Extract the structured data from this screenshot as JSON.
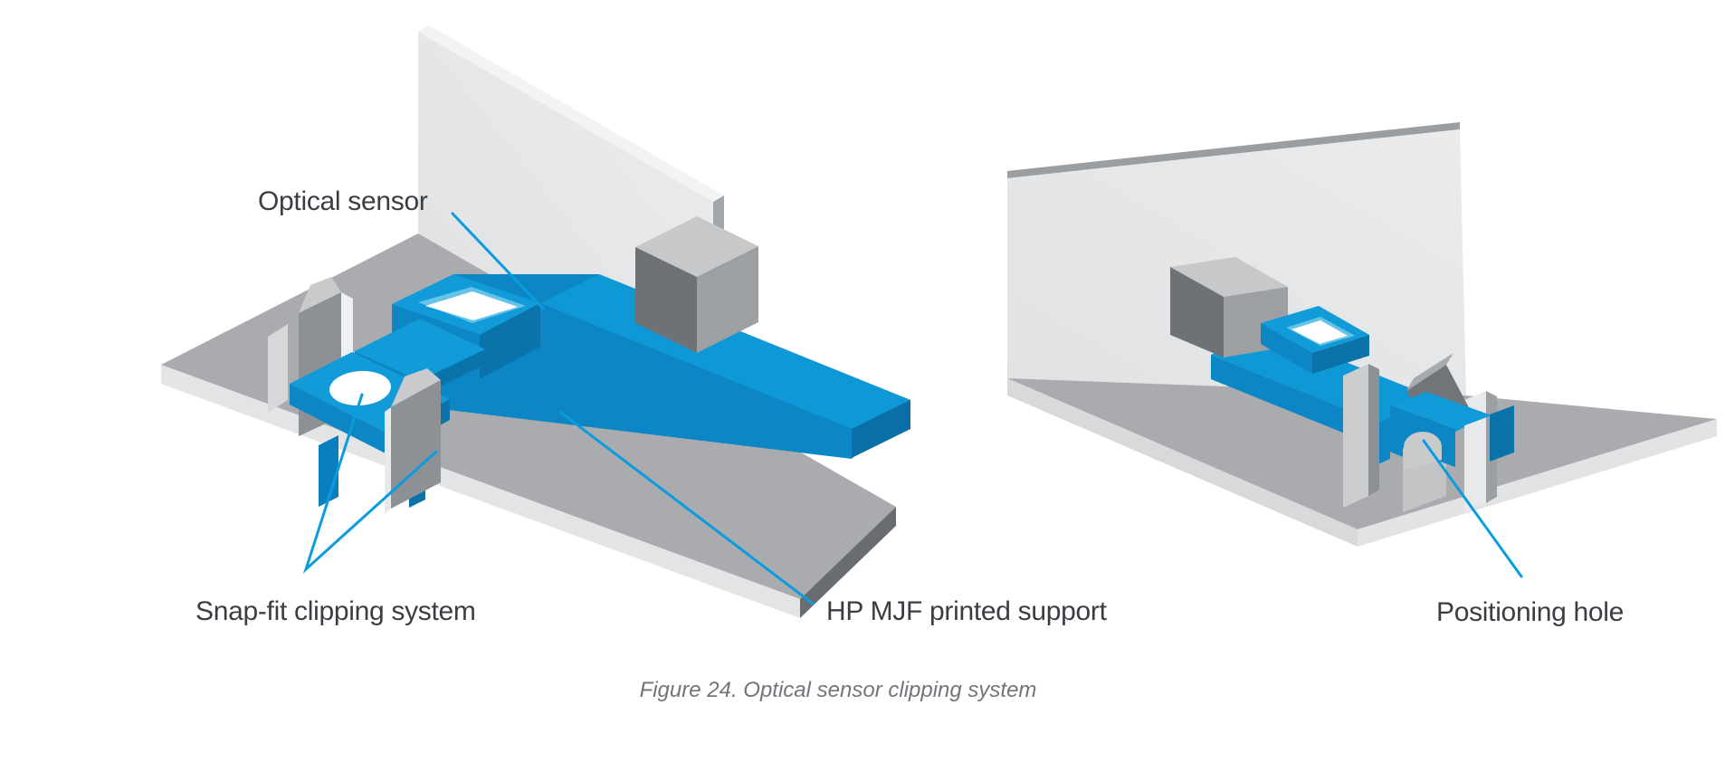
{
  "figure": {
    "caption": "Figure 24. Optical sensor clipping system",
    "labels": {
      "optical_sensor": "Optical sensor",
      "snap_fit": "Snap-fit clipping system",
      "hp_mjf": "HP MJF printed support",
      "positioning_hole": "Positioning hole"
    },
    "colors": {
      "accent_blue": "#0096D6",
      "blue_top": "#119BD9",
      "blue_shade_left": "#0C86C4",
      "blue_shade_right": "#0A73AA",
      "window_bevel_blue": "#66C3E8",
      "support_gray_top": "#A9ABAE",
      "support_gray_dark_edge": "#696D72",
      "wall_light_gray": "#E7E8E9",
      "cube_dark_face": "#6E7276",
      "label_text": "#3A3E43",
      "caption_text": "#71757A"
    }
  }
}
